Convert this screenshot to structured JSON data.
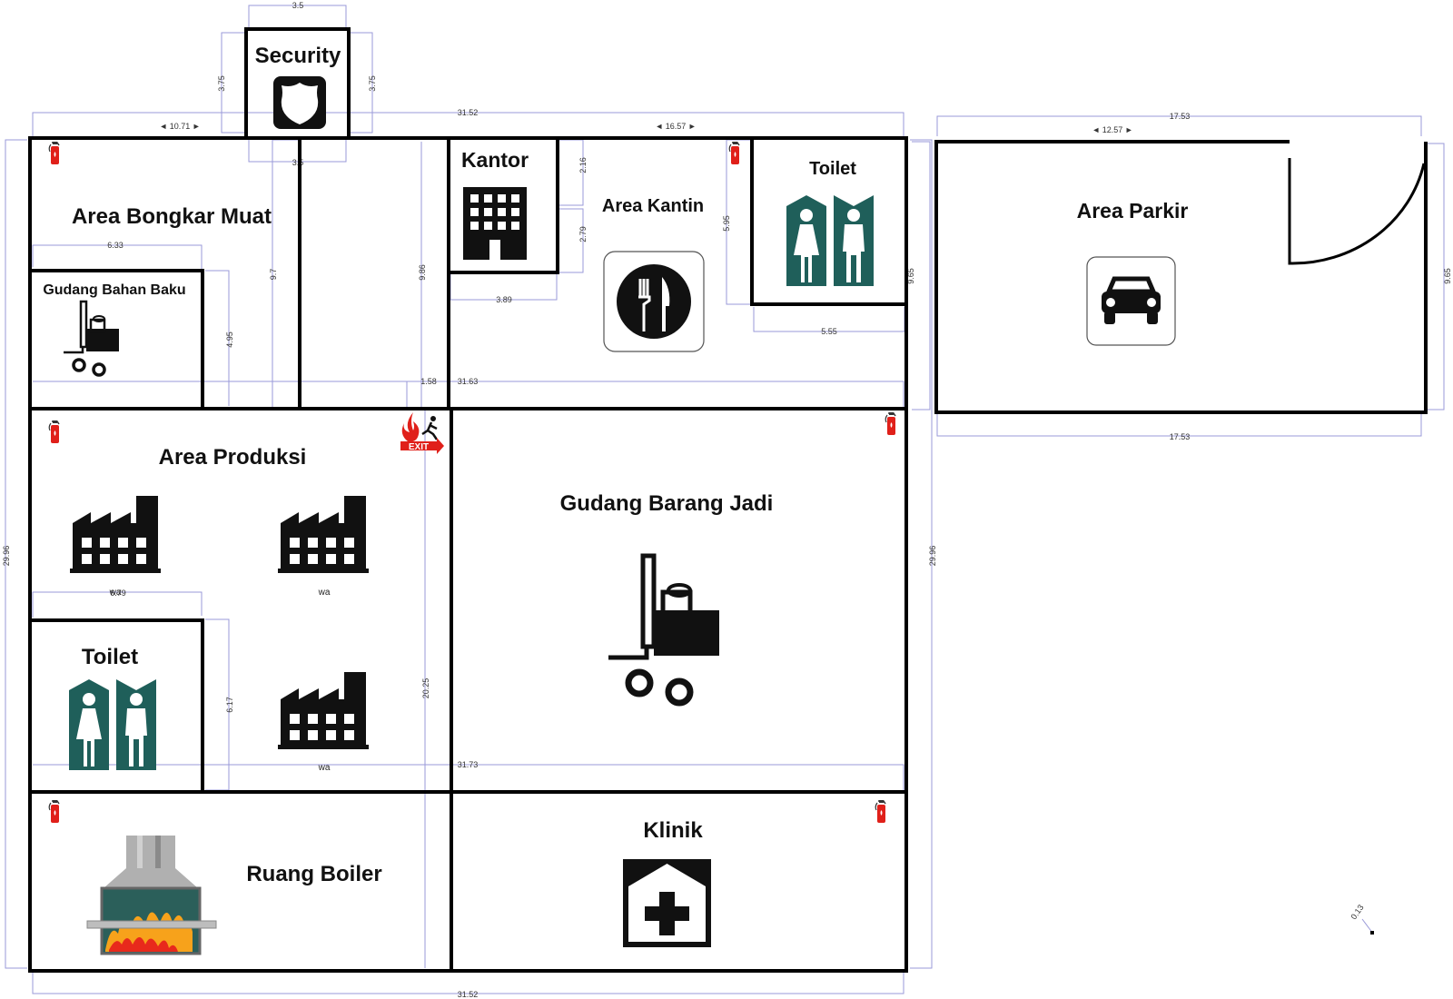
{
  "rooms": {
    "security": "Security",
    "bongkar_muat": "Area Bongkar Muat",
    "gudang_bahan_baku": "Gudang Bahan Baku",
    "kantor": "Kantor",
    "kantin": "Area Kantin",
    "toilet_top": "Toilet",
    "parkir": "Area Parkir",
    "produksi": "Area Produksi",
    "gudang_barang_jadi": "Gudang Barang Jadi",
    "toilet_left": "Toilet",
    "boiler": "Ruang Boiler",
    "klinik": "Klinik"
  },
  "exit_sign": "EXIT",
  "machine_labels": [
    "wa",
    "wa",
    "wa"
  ],
  "dimensions": {
    "security_w": "3.5",
    "security_h_left": "3.75",
    "security_h_right": "3.75",
    "security_bottom": "3.5",
    "top_total": "31.52",
    "top_left": "◄ 10.71 ►",
    "top_mid": "◄ 16.57 ►",
    "parkir_top_total": "17.53",
    "parkir_top_inner": "◄ 12.57 ►",
    "parkir_bottom": "17.53",
    "parkir_side_left": "9.65",
    "parkir_side_right": "9.65",
    "bahan_baku_w": "6.33",
    "bahan_baku_h": "4.95",
    "bongkar_h": "9.7",
    "corridor_h": "9.86",
    "kantor_h1": "2.16",
    "kantor_h2": "2.79",
    "kantor_w": "3.89",
    "toilet_top_h": "5.95",
    "toilet_top_w": "5.55",
    "row1_total": "31.63",
    "row1_small": "1.58",
    "toilet_left_w": "6.79",
    "toilet_left_h": "6.17",
    "corridor_h2": "20.25",
    "row2_total": "31.73",
    "left_total": "29.96",
    "right_total": "29.96",
    "bottom_total": "31.52",
    "misc": "0.13"
  },
  "colors": {
    "wall": "#000000",
    "dimension_line": "#9a9ad8",
    "toilet_sign": "#1f5f5a",
    "extinguisher": "#e0201a",
    "exit": "#e0201a"
  },
  "icons": [
    "shield-icon",
    "building-icon",
    "cutlery-icon",
    "toilet-icon",
    "car-icon",
    "forklift-icon",
    "factory-icon",
    "boiler-icon",
    "medical-cross-icon",
    "fire-extinguisher-icon",
    "exit-icon"
  ]
}
